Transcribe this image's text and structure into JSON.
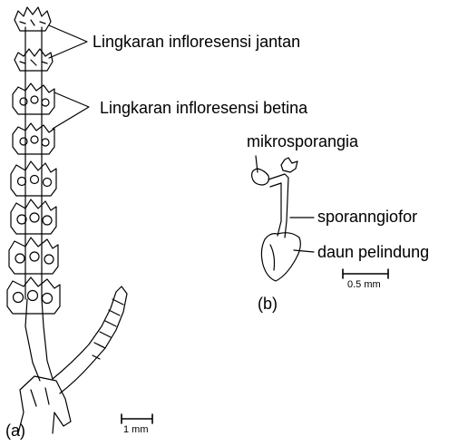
{
  "labels": {
    "male_whorl": "Lingkaran infloresensi jantan",
    "female_whorl": "Lingkaran infloresensi betina",
    "microsporangia": "mikrosporangia",
    "sporangiophore": "sporanngiofor",
    "protective_leaf": "daun pelindung",
    "panel_a": "(a)",
    "panel_b": "(b)",
    "scale_a": "1 mm",
    "scale_b": "0.5 mm"
  },
  "colors": {
    "ink": "#000000",
    "paper": "#ffffff"
  }
}
